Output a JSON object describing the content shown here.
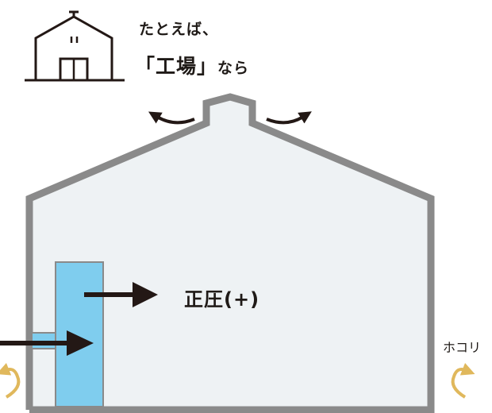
{
  "caption": {
    "line1": "たとえば、",
    "line2_main": "「工場」",
    "line2_suffix": "なら"
  },
  "labels": {
    "pressure": "正圧(+)",
    "dust": "ホコリ"
  },
  "colors": {
    "wall": "#8a8a8a",
    "interior": "#eef2f4",
    "fan_unit": "#7fcdee",
    "arrow": "#231815",
    "dust_arrow": "#e0b85c"
  },
  "icons": {
    "house": "house-icon",
    "arrows_out": "roof-exhaust-arrow-icon",
    "arrow_in": "intake-arrow-icon",
    "arrow_pressure": "pressure-arrow-icon",
    "dust_left": "dust-curl-arrow-icon",
    "dust_right": "dust-curl-arrow-icon"
  }
}
